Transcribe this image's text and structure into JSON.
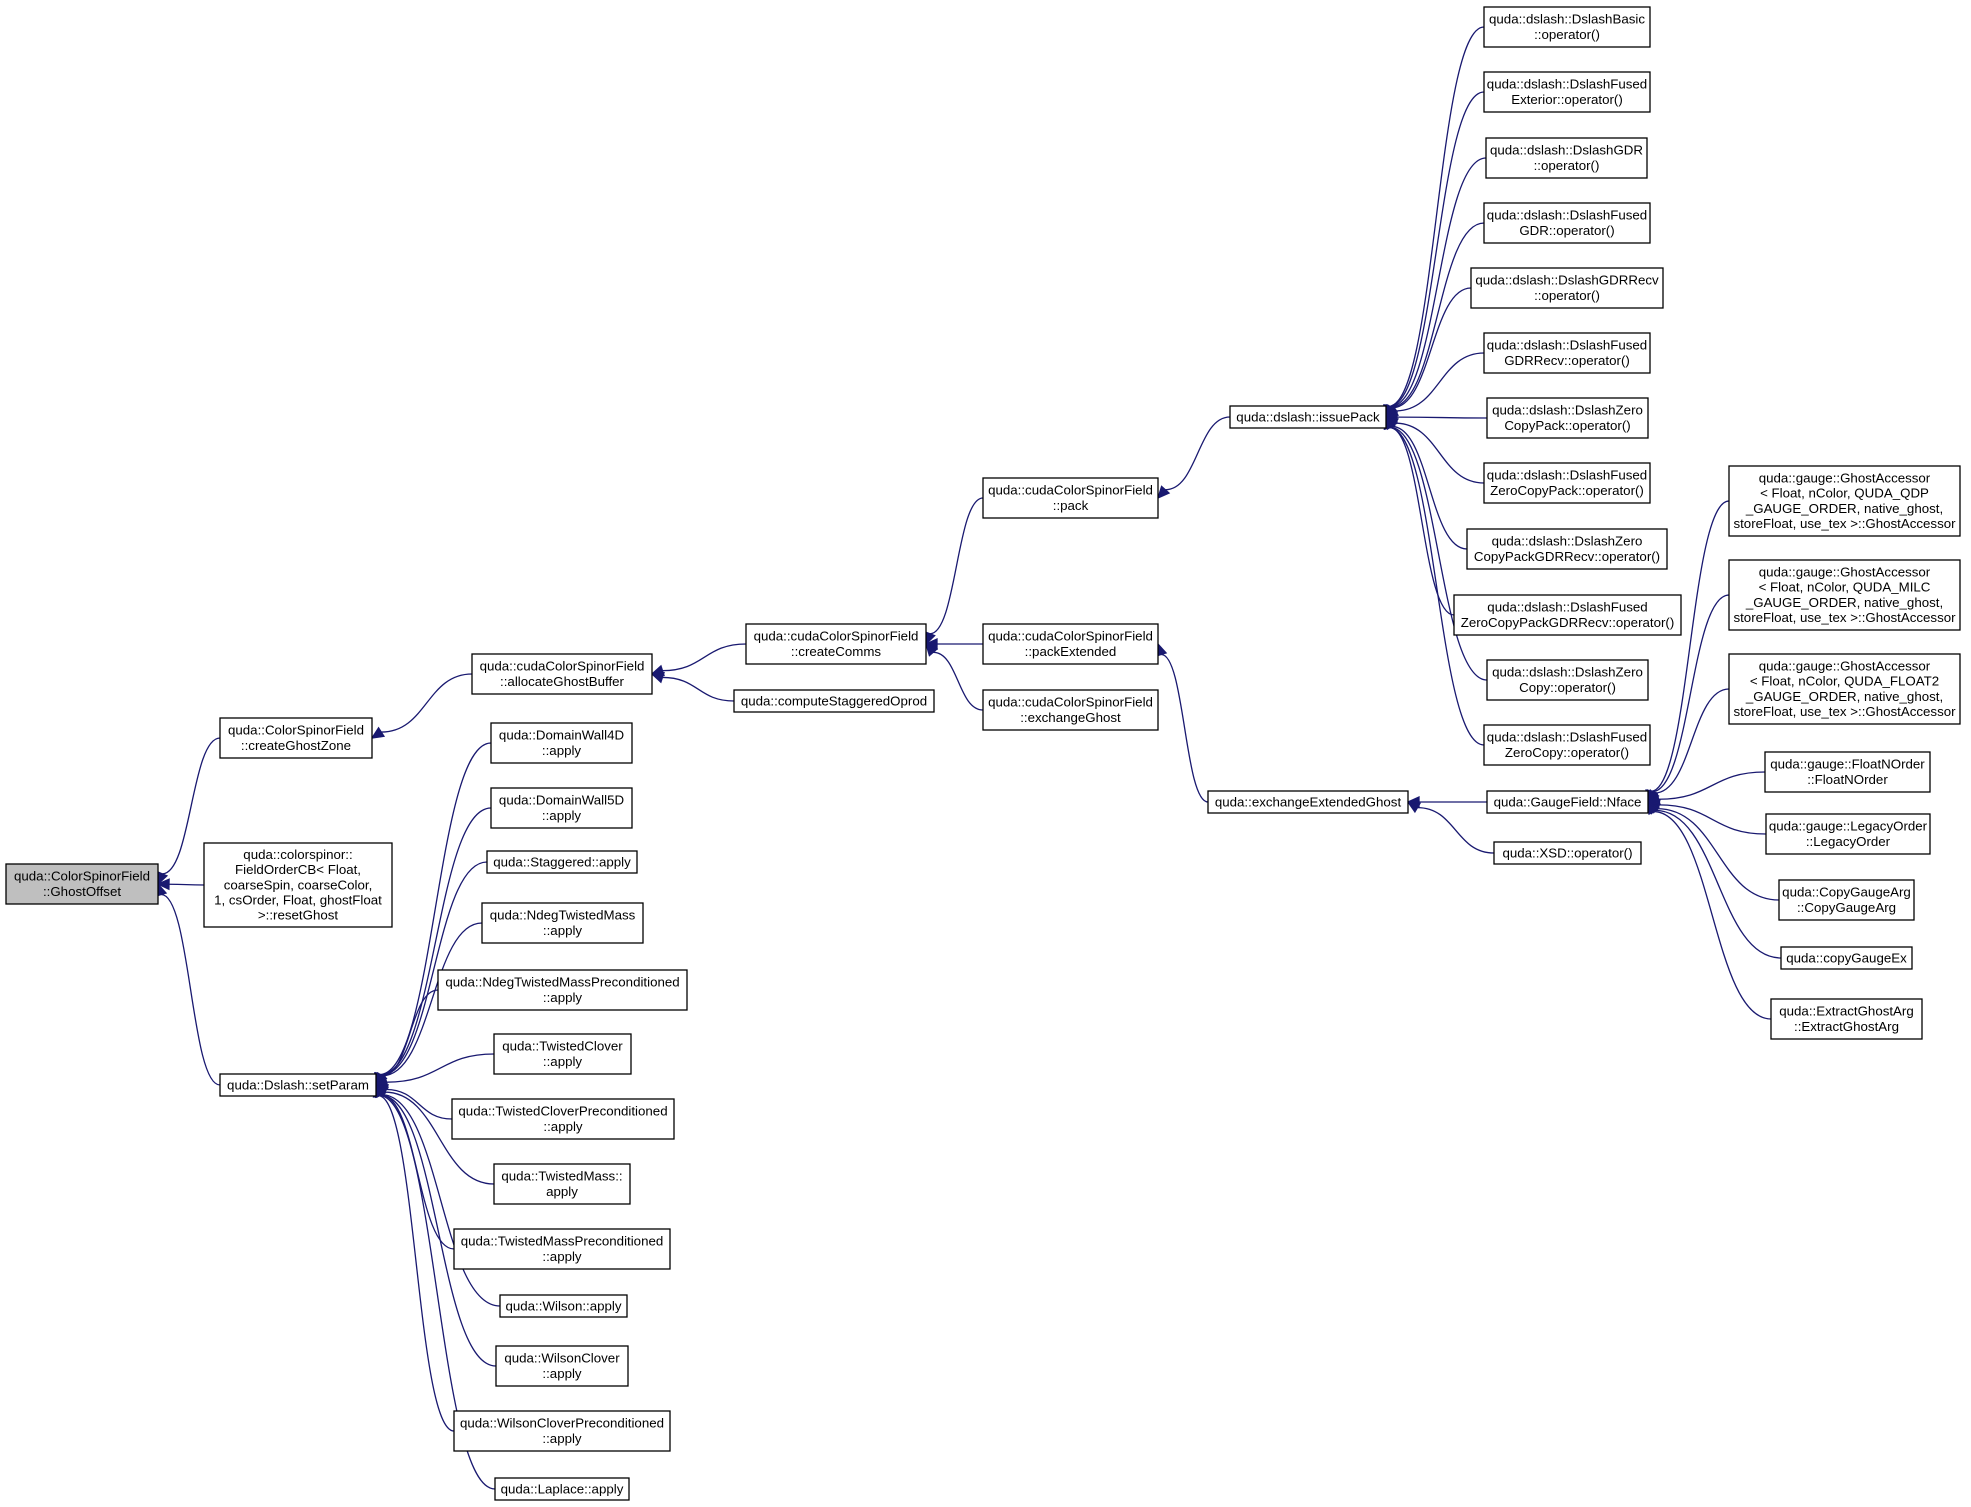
{
  "colors": {
    "edge": "#191970",
    "focus_fill": "#bfbfbf",
    "node_fill": "#ffffff",
    "border": "#000000"
  },
  "nodes": [
    {
      "id": "ghostoffset",
      "focus": true,
      "lines": [
        "quda::ColorSpinorField",
        "::GhostOffset"
      ]
    },
    {
      "id": "createghostzone",
      "lines": [
        "quda::ColorSpinorField",
        "::createGhostZone"
      ]
    },
    {
      "id": "fieldordercb",
      "lines": [
        "quda::colorspinor::",
        "FieldOrderCB< Float,",
        "coarseSpin, coarseColor,",
        "1, csOrder, Float, ghostFloat",
        ">::resetGhost"
      ]
    },
    {
      "id": "dslash_setparam",
      "lines": [
        "quda::Dslash::setParam"
      ]
    },
    {
      "id": "allocateghostbuffer",
      "lines": [
        "quda::cudaColorSpinorField",
        "::allocateGhostBuffer"
      ]
    },
    {
      "id": "domainwall4d",
      "lines": [
        "quda::DomainWall4D",
        "::apply"
      ]
    },
    {
      "id": "domainwall5d",
      "lines": [
        "quda::DomainWall5D",
        "::apply"
      ]
    },
    {
      "id": "staggered",
      "lines": [
        "quda::Staggered::apply"
      ]
    },
    {
      "id": "ndegtm",
      "lines": [
        "quda::NdegTwistedMass",
        "::apply"
      ]
    },
    {
      "id": "ndegtmpc",
      "lines": [
        "quda::NdegTwistedMassPreconditioned",
        "::apply"
      ]
    },
    {
      "id": "twistedclover",
      "lines": [
        "quda::TwistedClover",
        "::apply"
      ]
    },
    {
      "id": "twistedcloverpc",
      "lines": [
        "quda::TwistedCloverPreconditioned",
        "::apply"
      ]
    },
    {
      "id": "twistedmass",
      "lines": [
        "quda::TwistedMass::",
        "apply"
      ]
    },
    {
      "id": "twistedmasspc",
      "lines": [
        "quda::TwistedMassPreconditioned",
        "::apply"
      ]
    },
    {
      "id": "wilson",
      "lines": [
        "quda::Wilson::apply"
      ]
    },
    {
      "id": "wilsonclover",
      "lines": [
        "quda::WilsonClover",
        "::apply"
      ]
    },
    {
      "id": "wilsoncloverpc",
      "lines": [
        "quda::WilsonCloverPreconditioned",
        "::apply"
      ]
    },
    {
      "id": "laplace",
      "lines": [
        "quda::Laplace::apply"
      ]
    },
    {
      "id": "createcomms",
      "lines": [
        "quda::cudaColorSpinorField",
        "::createComms"
      ]
    },
    {
      "id": "computestaggeredoprod",
      "lines": [
        "quda::computeStaggeredOprod"
      ]
    },
    {
      "id": "pack",
      "lines": [
        "quda::cudaColorSpinorField",
        "::pack"
      ]
    },
    {
      "id": "packextended",
      "lines": [
        "quda::cudaColorSpinorField",
        "::packExtended"
      ]
    },
    {
      "id": "exchangeghost",
      "lines": [
        "quda::cudaColorSpinorField",
        "::exchangeGhost"
      ]
    },
    {
      "id": "issuepack",
      "lines": [
        "quda::dslash::issuePack"
      ]
    },
    {
      "id": "exchangeextendedghost",
      "lines": [
        "quda::exchangeExtendedGhost"
      ]
    },
    {
      "id": "dslashbasic",
      "lines": [
        "quda::dslash::DslashBasic",
        "::operator()"
      ]
    },
    {
      "id": "dslashfusedexterior",
      "lines": [
        "quda::dslash::DslashFused",
        "Exterior::operator()"
      ]
    },
    {
      "id": "dslashgdr",
      "lines": [
        "quda::dslash::DslashGDR",
        "::operator()"
      ]
    },
    {
      "id": "dslashfusedgdr",
      "lines": [
        "quda::dslash::DslashFused",
        "GDR::operator()"
      ]
    },
    {
      "id": "dslashgdrrecv",
      "lines": [
        "quda::dslash::DslashGDRRecv",
        "::operator()"
      ]
    },
    {
      "id": "dslashfusedgdrrecv",
      "lines": [
        "quda::dslash::DslashFused",
        "GDRRecv::operator()"
      ]
    },
    {
      "id": "dslashzerocopypack",
      "lines": [
        "quda::dslash::DslashZero",
        "CopyPack::operator()"
      ]
    },
    {
      "id": "dslashfusedzerocopypack",
      "lines": [
        "quda::dslash::DslashFused",
        "ZeroCopyPack::operator()"
      ]
    },
    {
      "id": "dslashzerocopypackgdrrecv",
      "lines": [
        "quda::dslash::DslashZero",
        "CopyPackGDRRecv::operator()"
      ]
    },
    {
      "id": "dslashfusedzerocopypackgdrrecv",
      "lines": [
        "quda::dslash::DslashFused",
        "ZeroCopyPackGDRRecv::operator()"
      ]
    },
    {
      "id": "dslashzerocopy",
      "lines": [
        "quda::dslash::DslashZero",
        "Copy::operator()"
      ]
    },
    {
      "id": "dslashfusedzerocopy",
      "lines": [
        "quda::dslash::DslashFused",
        "ZeroCopy::operator()"
      ]
    },
    {
      "id": "gaugefield_nface",
      "lines": [
        "quda::GaugeField::Nface"
      ]
    },
    {
      "id": "xsd",
      "lines": [
        "quda::XSD::operator()"
      ]
    },
    {
      "id": "ghostaccessor_qdp",
      "lines": [
        "quda::gauge::GhostAccessor",
        "< Float, nColor, QUDA_QDP",
        "_GAUGE_ORDER, native_ghost,",
        "storeFloat, use_tex >::GhostAccessor"
      ]
    },
    {
      "id": "ghostaccessor_milc",
      "lines": [
        "quda::gauge::GhostAccessor",
        "< Float, nColor, QUDA_MILC",
        "_GAUGE_ORDER, native_ghost,",
        "storeFloat, use_tex >::GhostAccessor"
      ]
    },
    {
      "id": "ghostaccessor_float2",
      "lines": [
        "quda::gauge::GhostAccessor",
        "< Float, nColor, QUDA_FLOAT2",
        "_GAUGE_ORDER, native_ghost,",
        "storeFloat, use_tex >::GhostAccessor"
      ]
    },
    {
      "id": "floatnorder",
      "lines": [
        "quda::gauge::FloatNOrder",
        "::FloatNOrder"
      ]
    },
    {
      "id": "legacyorder",
      "lines": [
        "quda::gauge::LegacyOrder",
        "::LegacyOrder"
      ]
    },
    {
      "id": "copygaugearg",
      "lines": [
        "quda::CopyGaugeArg",
        "::CopyGaugeArg"
      ]
    },
    {
      "id": "copygaugeex",
      "lines": [
        "quda::copyGaugeEx"
      ]
    },
    {
      "id": "extractghostarg",
      "lines": [
        "quda::ExtractGhostArg",
        "::ExtractGhostArg"
      ]
    }
  ],
  "edges": [
    [
      "createghostzone",
      "ghostoffset"
    ],
    [
      "fieldordercb",
      "ghostoffset"
    ],
    [
      "dslash_setparam",
      "ghostoffset"
    ],
    [
      "allocateghostbuffer",
      "createghostzone"
    ],
    [
      "domainwall4d",
      "dslash_setparam"
    ],
    [
      "domainwall5d",
      "dslash_setparam"
    ],
    [
      "staggered",
      "dslash_setparam"
    ],
    [
      "ndegtm",
      "dslash_setparam"
    ],
    [
      "ndegtmpc",
      "dslash_setparam"
    ],
    [
      "twistedclover",
      "dslash_setparam"
    ],
    [
      "twistedcloverpc",
      "dslash_setparam"
    ],
    [
      "twistedmass",
      "dslash_setparam"
    ],
    [
      "twistedmasspc",
      "dslash_setparam"
    ],
    [
      "wilson",
      "dslash_setparam"
    ],
    [
      "wilsonclover",
      "dslash_setparam"
    ],
    [
      "wilsoncloverpc",
      "dslash_setparam"
    ],
    [
      "laplace",
      "dslash_setparam"
    ],
    [
      "createcomms",
      "allocateghostbuffer"
    ],
    [
      "computestaggeredoprod",
      "allocateghostbuffer"
    ],
    [
      "pack",
      "createcomms"
    ],
    [
      "packextended",
      "createcomms"
    ],
    [
      "exchangeghost",
      "createcomms"
    ],
    [
      "issuepack",
      "pack"
    ],
    [
      "exchangeextendedghost",
      "packextended"
    ],
    [
      "dslashbasic",
      "issuepack"
    ],
    [
      "dslashfusedexterior",
      "issuepack"
    ],
    [
      "dslashgdr",
      "issuepack"
    ],
    [
      "dslashfusedgdr",
      "issuepack"
    ],
    [
      "dslashgdrrecv",
      "issuepack"
    ],
    [
      "dslashfusedgdrrecv",
      "issuepack"
    ],
    [
      "dslashzerocopypack",
      "issuepack"
    ],
    [
      "dslashfusedzerocopypack",
      "issuepack"
    ],
    [
      "dslashzerocopypackgdrrecv",
      "issuepack"
    ],
    [
      "dslashfusedzerocopypackgdrrecv",
      "issuepack"
    ],
    [
      "dslashzerocopy",
      "issuepack"
    ],
    [
      "dslashfusedzerocopy",
      "issuepack"
    ],
    [
      "gaugefield_nface",
      "exchangeextendedghost"
    ],
    [
      "xsd",
      "exchangeextendedghost"
    ],
    [
      "ghostaccessor_qdp",
      "gaugefield_nface"
    ],
    [
      "ghostaccessor_milc",
      "gaugefield_nface"
    ],
    [
      "ghostaccessor_float2",
      "gaugefield_nface"
    ],
    [
      "floatnorder",
      "gaugefield_nface"
    ],
    [
      "legacyorder",
      "gaugefield_nface"
    ],
    [
      "copygaugearg",
      "gaugefield_nface"
    ],
    [
      "copygaugeex",
      "gaugefield_nface"
    ],
    [
      "extractghostarg",
      "gaugefield_nface"
    ]
  ]
}
